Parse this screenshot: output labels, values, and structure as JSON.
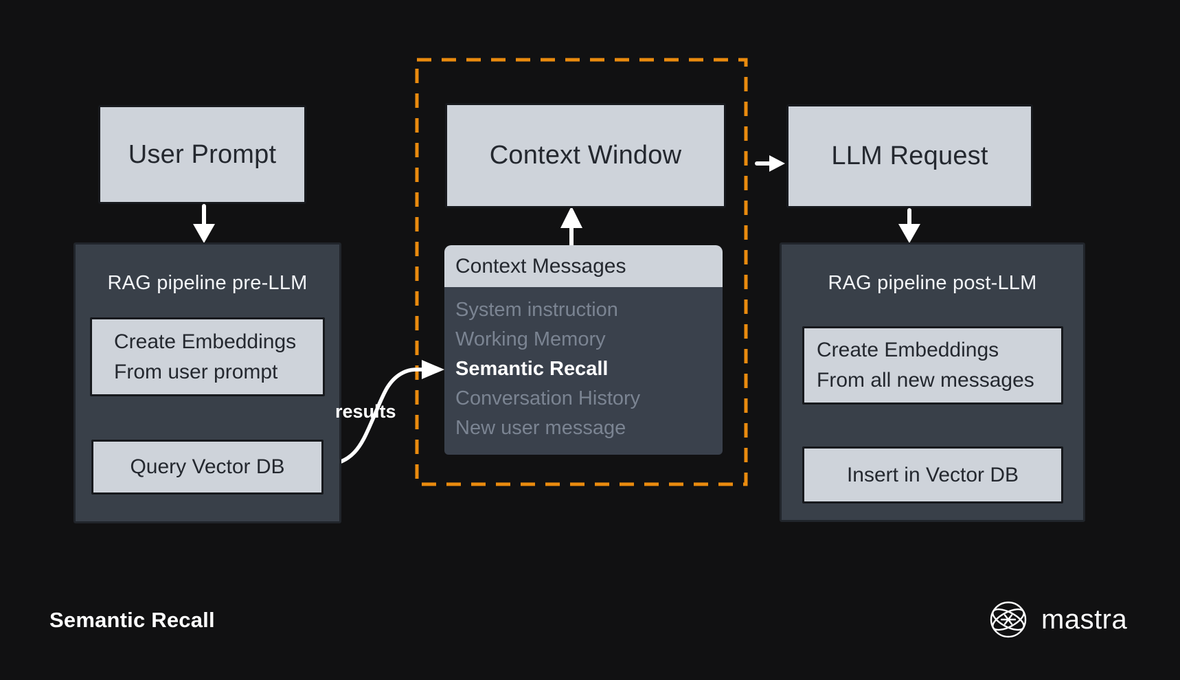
{
  "diagram": {
    "user_prompt_label": "User Prompt",
    "pre_pipeline": {
      "title": "RAG pipeline pre-LLM",
      "step1": "Create Embeddings\nFrom user prompt",
      "step2": "Query Vector DB"
    },
    "context": {
      "window_label": "Context Window",
      "messages_header": "Context Messages",
      "items": [
        {
          "label": "System instruction",
          "active": false
        },
        {
          "label": "Working Memory",
          "active": false
        },
        {
          "label": "Semantic Recall",
          "active": true
        },
        {
          "label": "Conversation History",
          "active": false
        },
        {
          "label": "New user message",
          "active": false
        }
      ]
    },
    "llm_request_label": "LLM Request",
    "post_pipeline": {
      "title": "RAG pipeline post-LLM",
      "step1": "Create Embeddings\nFrom all new messages",
      "step2": "Insert in Vector DB"
    },
    "results_label": "results",
    "caption": "Semantic Recall",
    "brand_name": "mastra"
  },
  "colors": {
    "background": "#111112",
    "container_bg": "#394049",
    "container_border": "#21252b",
    "box_bg": "#ced3da",
    "box_border": "#17191d",
    "box_text": "#24282f",
    "title_text": "#f2f4f7",
    "muted_text": "#7b8492",
    "active_text": "#ffffff",
    "accent": "#ea8b0e",
    "arrow": "#ffffff",
    "list_bg": "#3a414c"
  }
}
